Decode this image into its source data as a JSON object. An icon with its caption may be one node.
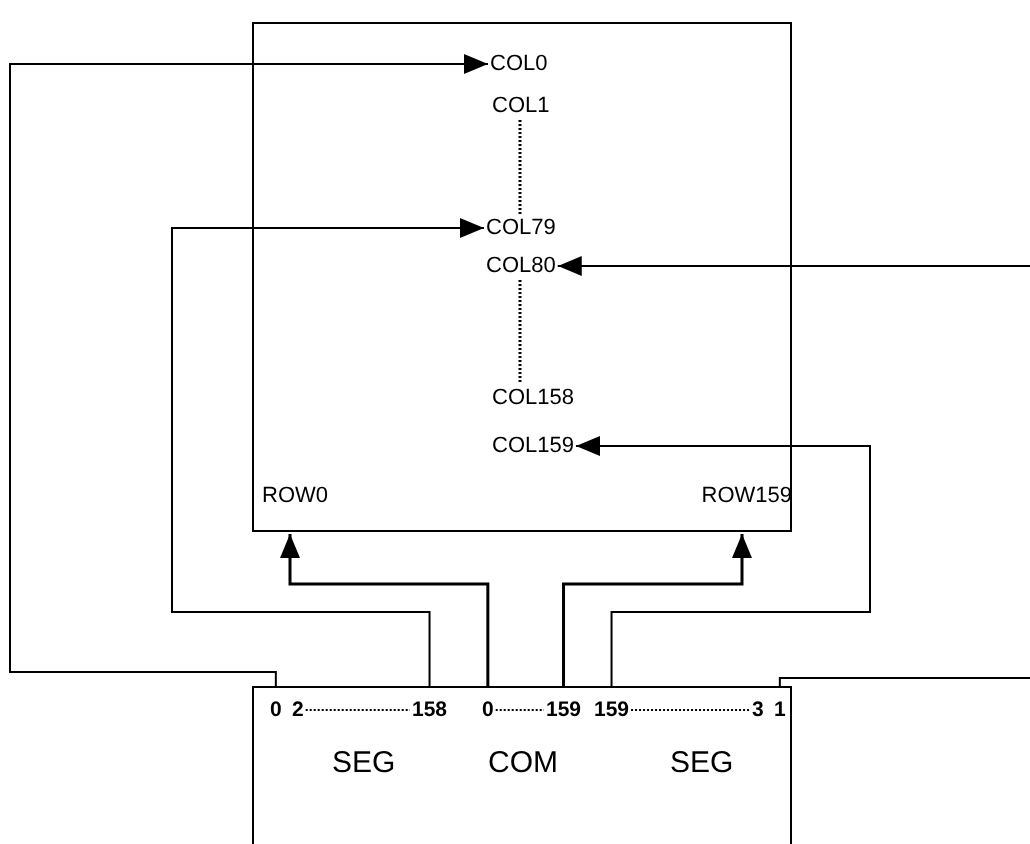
{
  "diagram": {
    "nodes": [
      {
        "text": [],
        "shape": "box"
      },
      {
        "text": [
          "COL0"
        ],
        "in": 0
      },
      {
        "text": [
          "COL1"
        ],
        "in": 0
      },
      {
        "text": [
          "COL79"
        ],
        "in": 0
      },
      {
        "text": [
          "COL80"
        ],
        "in": 0
      },
      {
        "text": [
          "COL158"
        ],
        "in": 0
      },
      {
        "text": [
          "COL159"
        ],
        "in": 0
      },
      {
        "text": [
          "ROW0"
        ],
        "in": 0
      },
      {
        "text": [
          "ROW159"
        ],
        "in": 0
      },
      {
        "text": [
          "SEG",
          "COM",
          "SEG"
        ]
      },
      {
        "text": [
          "0"
        ],
        "in": 9
      },
      {
        "text": [
          "2"
        ],
        "in": 9
      },
      {
        "text": [
          "158"
        ],
        "in": 9
      },
      {
        "text": [
          "0"
        ],
        "in": 9
      },
      {
        "text": [
          "159"
        ],
        "in": 9
      },
      {
        "text": [
          "159"
        ],
        "in": 9
      },
      {
        "text": [
          "3"
        ],
        "in": 9
      },
      {
        "text": [
          "1"
        ],
        "in": 9
      }
    ],
    "edges": [
      {
        "from": 10,
        "to": 1,
        "arrow": "to"
      },
      {
        "from": 12,
        "to": 3,
        "arrow": "to"
      },
      {
        "from": 13,
        "to": 7,
        "arrow": "to"
      },
      {
        "from": 14,
        "to": 8,
        "arrow": "to"
      },
      {
        "from": 15,
        "to": 6,
        "arrow": "to"
      },
      {
        "from": 17,
        "to": 4,
        "arrow": "to"
      },
      {
        "from": 2,
        "to": 3,
        "arrow": "none",
        "style": "dashed"
      },
      {
        "from": 4,
        "to": 5,
        "arrow": "none",
        "style": "dashed"
      },
      {
        "from": 11,
        "to": 12,
        "arrow": "none",
        "style": "dashed"
      },
      {
        "from": 13,
        "to": 14,
        "arrow": "none",
        "style": "dashed"
      },
      {
        "from": 15,
        "to": 16,
        "arrow": "none",
        "style": "dashed"
      }
    ]
  }
}
